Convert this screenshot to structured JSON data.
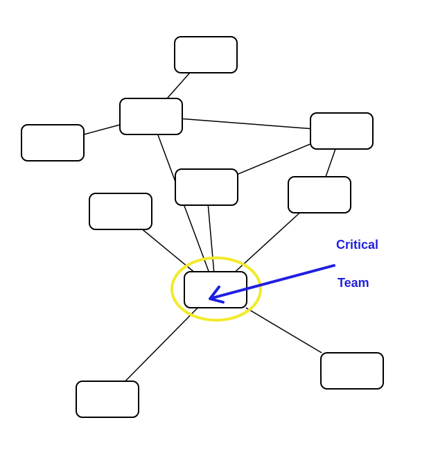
{
  "annotation": {
    "line1": "Critical",
    "line2": "Team"
  },
  "colors": {
    "highlight": "#f2ea2a",
    "annotation": "#1f1fe0",
    "node_border": "#000000",
    "background": "#ffffff"
  },
  "diagram": {
    "node_ids": [
      "top",
      "hub",
      "left",
      "right",
      "mid",
      "midright",
      "upperleft",
      "critical",
      "bottomleft",
      "bottomright"
    ],
    "edges": [
      [
        "top",
        "hub"
      ],
      [
        "hub",
        "left"
      ],
      [
        "hub",
        "right"
      ],
      [
        "hub",
        "critical"
      ],
      [
        "right",
        "mid"
      ],
      [
        "right",
        "midright"
      ],
      [
        "mid",
        "critical"
      ],
      [
        "midright",
        "critical"
      ],
      [
        "upperleft",
        "critical"
      ],
      [
        "critical",
        "bottomleft"
      ],
      [
        "critical",
        "bottomright"
      ]
    ],
    "highlighted_node": "critical"
  }
}
